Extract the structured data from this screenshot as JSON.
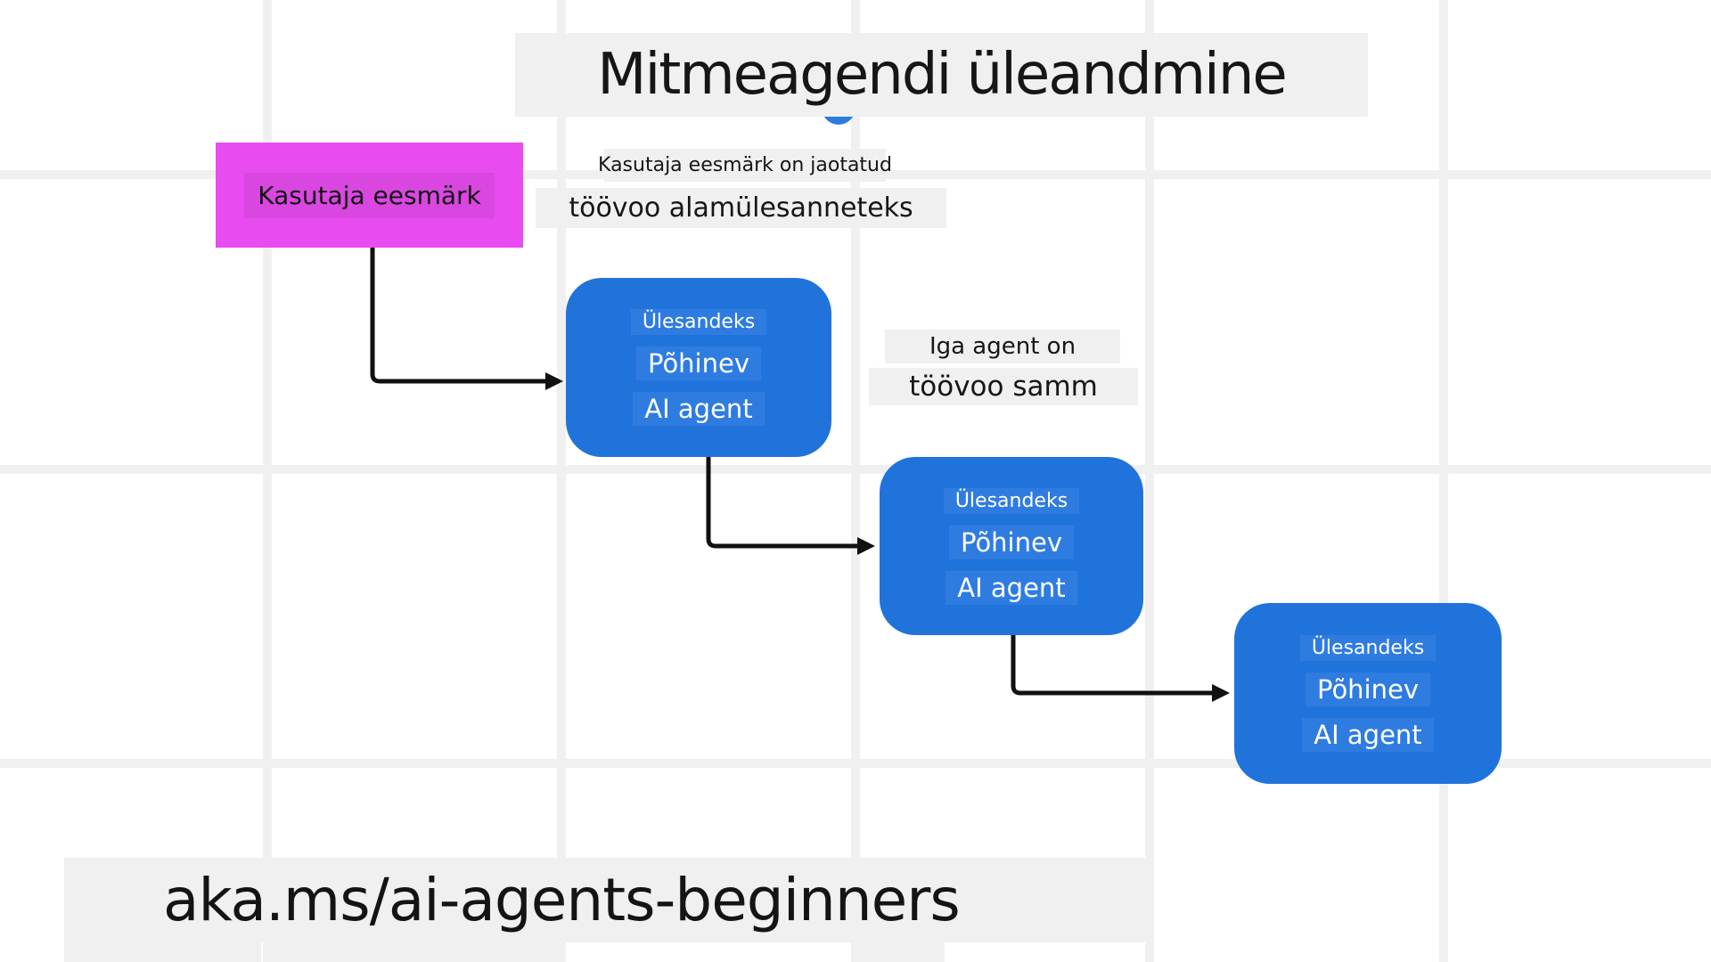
{
  "title": "Mitmeagendi üleandmine",
  "subtitle": {
    "line1": "Kasutaja eesmärk on jaotatud",
    "line2": "töövoo alamülesanneteks"
  },
  "goal_box": {
    "label": "Kasutaja eesmärk"
  },
  "agent_boxes": [
    {
      "line1": "Ülesandeks",
      "line2": "Põhinev",
      "line3": "AI agent"
    },
    {
      "line1": "Ülesandeks",
      "line2": "Põhinev",
      "line3": "AI agent"
    },
    {
      "line1": "Ülesandeks",
      "line2": "Põhinev",
      "line3": "AI agent"
    }
  ],
  "annotation": {
    "line1": "Iga agent on",
    "line2": "töövoo samm"
  },
  "footer": {
    "link_text": "aka.ms/ai-agents-beginners"
  },
  "colors": {
    "agent_blue": "#2173dc",
    "agent_highlight": "#2f7ce1",
    "goal_magenta": "#e84bf0",
    "goal_highlight": "#d947e0",
    "band_gray": "#f0f0f0",
    "grid_gray": "#f0f0f0",
    "accent_circle_blue": "#2b7ce0",
    "arrow_black": "#111111",
    "text_dark": "#161616",
    "text_white": "#ffffff"
  }
}
